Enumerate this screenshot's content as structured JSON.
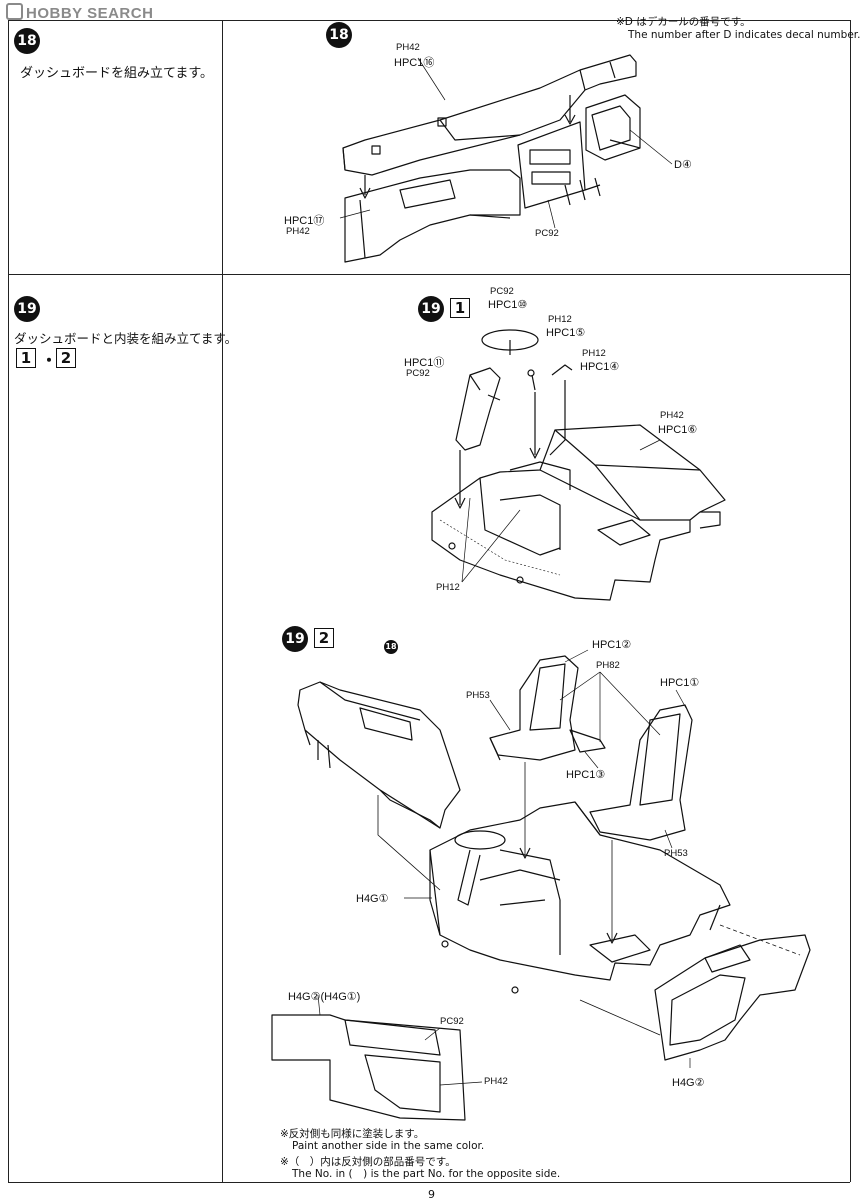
{
  "watermark": {
    "text": "HOBBY SEARCH"
  },
  "steps": {
    "s18": {
      "number": "18",
      "text": "ダッシュボードを組み立てます。"
    },
    "s19": {
      "number": "19",
      "text": "ダッシュボードと内装を組み立てます。",
      "sub_a": "1",
      "sub_b": "2",
      "separator": "・"
    }
  },
  "decal_note": {
    "jp": "※D はデカールの番号です。",
    "en": "The number after D indicates decal number."
  },
  "fig18": {
    "badge": "18",
    "labels": {
      "ph42_top": "PH42",
      "hpc1_16": "HPC1⑯",
      "hpc1_17": "HPC1⑰",
      "ph42_left": "PH42",
      "pc92": "PC92",
      "d4": "D④"
    }
  },
  "fig19_1": {
    "badge": "19",
    "sub": "1",
    "labels": {
      "pc92_top": "PC92",
      "hpc1_10": "HPC1⑩",
      "ph12_a": "PH12",
      "hpc1_5": "HPC1⑤",
      "ph12_b": "PH12",
      "hpc1_4": "HPC1④",
      "hpc1_11": "HPC1⑪",
      "pc92_left": "PC92",
      "ph42": "PH42",
      "hpc1_6": "HPC1⑥",
      "ph12_bottom": "PH12"
    }
  },
  "fig19_2": {
    "badge": "19",
    "sub": "2",
    "ref_badge": "18",
    "labels": {
      "hpc1_2": "HPC1②",
      "ph82": "PH82",
      "ph53_a": "PH53",
      "hpc1_1": "HPC1①",
      "hpc1_3": "HPC1③",
      "ph53_b": "PH53",
      "h4g_1": "H4G①",
      "h4g_2_paren": "H4G②(H4G①)",
      "pc92": "PC92",
      "ph42": "PH42",
      "h4g_2": "H4G②"
    }
  },
  "bottom_notes": {
    "line1_jp": "※反対側も同様に塗装します。",
    "line1_en": "Paint another side in the same color.",
    "line2_jp": "※（　）内は反対側の部品番号です。",
    "line2_en": "The No. in (　) is the part No. for the opposite side."
  },
  "page_number": "9"
}
